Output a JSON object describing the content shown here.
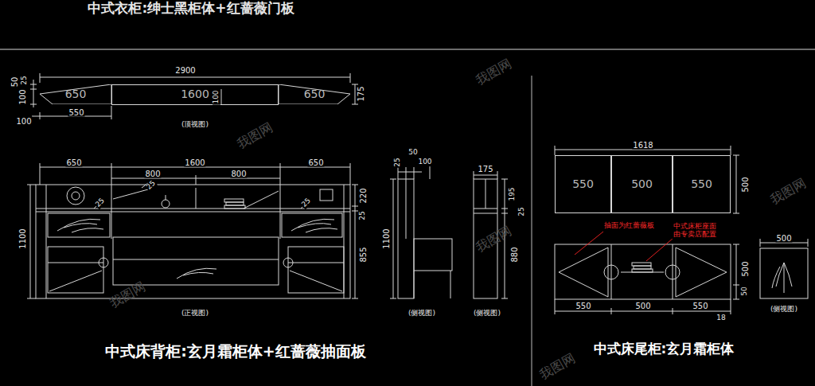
{
  "diagram": {
    "nodes": [
      {
        "text": [
          "650"
        ]
      },
      {
        "text": [
          "1600"
        ]
      },
      {
        "text": [
          "650"
        ]
      },
      {
        "text": [
          "550"
        ]
      },
      {
        "text": [
          "500"
        ]
      },
      {
        "text": [
          "550"
        ]
      }
    ],
    "labels": [
      "中式衣柜:绅士黑柜体+红蔷薇门板",
      "2900",
      "50",
      "25",
      "100",
      "100",
      "550",
      "100",
      "175",
      "(顶视图)",
      "650",
      "1600",
      "650",
      "800",
      "800",
      "1100",
      "25",
      "25",
      "25",
      "220",
      "25",
      "855",
      "(正视图)",
      "25",
      "50",
      "100",
      "1100",
      "(侧视图)",
      "175",
      "195",
      "25",
      "880",
      "(侧视图)",
      "中式床背柜:玄月霜柜体+红蔷薇抽面板",
      "1618",
      "500",
      "抽面为红蔷薇板",
      "中式床柜座面 由专卖店配置",
      "500",
      "500",
      "50",
      "550",
      "500",
      "550",
      "18",
      "(侧视图)",
      "中式床尾柜:玄月霜柜体",
      "我图网",
      "我图网",
      "我图网",
      "我图网",
      "我图网",
      "我图网"
    ]
  }
}
